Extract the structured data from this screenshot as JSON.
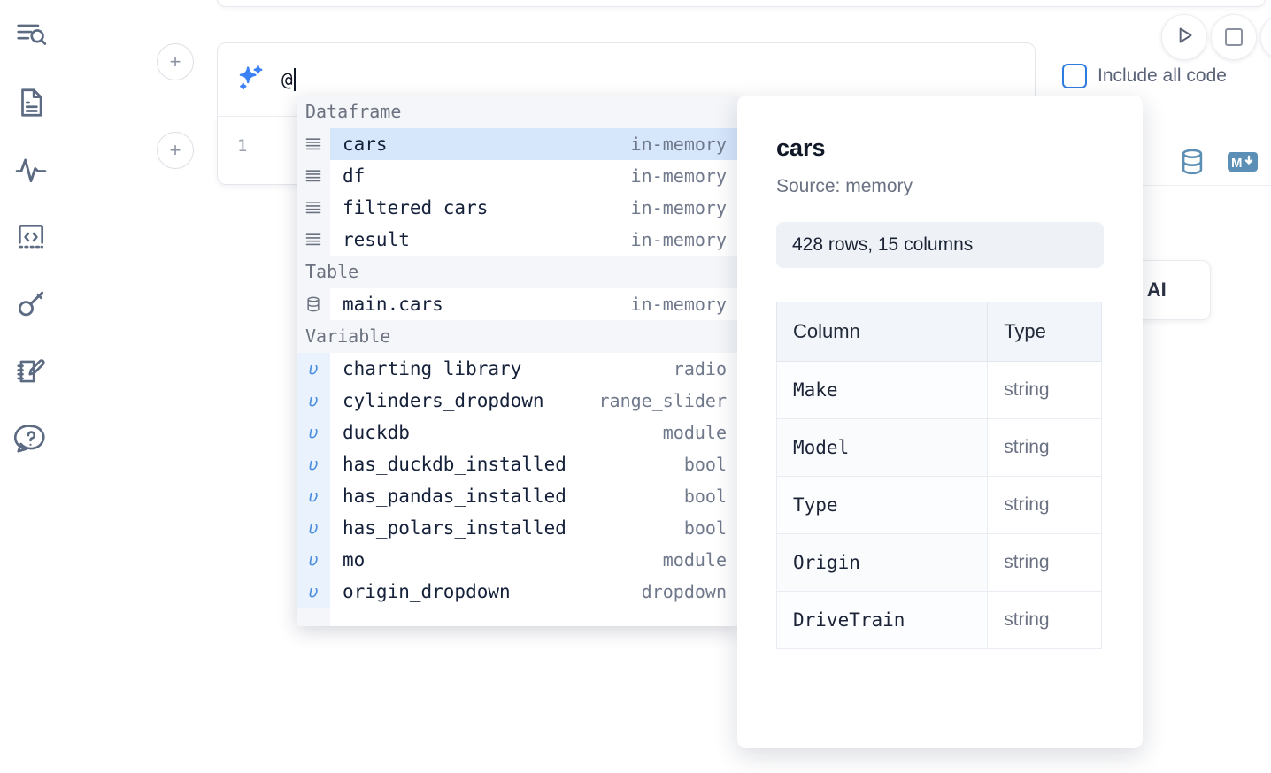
{
  "sidebar": {
    "items": [
      {
        "name": "outline-search-icon",
        "label": "Explore"
      },
      {
        "name": "file-document-icon",
        "label": "Files"
      },
      {
        "name": "activity-pulse-icon",
        "label": "Activity"
      },
      {
        "name": "code-brackets-icon",
        "label": "Snippets"
      },
      {
        "name": "key-icon",
        "label": "Secrets"
      },
      {
        "name": "notebook-edit-icon",
        "label": "Scratchpad"
      },
      {
        "name": "help-chat-icon",
        "label": "Help"
      }
    ]
  },
  "toolbar": {
    "run_label": "Run",
    "stop_label": "Interrupt",
    "include_all_code_label": "Include all code",
    "include_all_code_checked": false,
    "database_icon": "database-icon",
    "markdown_icon": "markdown-icon",
    "ai_chip_label": "h AI"
  },
  "cell": {
    "line_number": "1",
    "add_button_label": "+"
  },
  "ai_prompt": {
    "icon": "sparkle-icon",
    "value": "@",
    "placeholder": ""
  },
  "autocomplete": {
    "groups": [
      {
        "label": "Dataframe",
        "items": [
          {
            "icon": "dataframe-icon",
            "name": "cars",
            "type": "in-memory",
            "selected": true
          },
          {
            "icon": "dataframe-icon",
            "name": "df",
            "type": "in-memory",
            "selected": false
          },
          {
            "icon": "dataframe-icon",
            "name": "filtered_cars",
            "type": "in-memory",
            "selected": false
          },
          {
            "icon": "dataframe-icon",
            "name": "result",
            "type": "in-memory",
            "selected": false
          }
        ]
      },
      {
        "label": "Table",
        "items": [
          {
            "icon": "table-database-icon",
            "name": "main.cars",
            "type": "in-memory",
            "selected": false
          }
        ]
      },
      {
        "label": "Variable",
        "items": [
          {
            "icon": "variable-icon",
            "name": "charting_library",
            "type": "radio",
            "selected": false
          },
          {
            "icon": "variable-icon",
            "name": "cylinders_dropdown",
            "type": "range_slider",
            "selected": false
          },
          {
            "icon": "variable-icon",
            "name": "duckdb",
            "type": "module",
            "selected": false
          },
          {
            "icon": "variable-icon",
            "name": "has_duckdb_installed",
            "type": "bool",
            "selected": false
          },
          {
            "icon": "variable-icon",
            "name": "has_pandas_installed",
            "type": "bool",
            "selected": false
          },
          {
            "icon": "variable-icon",
            "name": "has_polars_installed",
            "type": "bool",
            "selected": false
          },
          {
            "icon": "variable-icon",
            "name": "mo",
            "type": "module",
            "selected": false
          },
          {
            "icon": "variable-icon",
            "name": "origin_dropdown",
            "type": "dropdown",
            "selected": false
          }
        ]
      }
    ]
  },
  "detail": {
    "title": "cars",
    "source": "Source: memory",
    "shape": "428 rows, 15 columns",
    "table": {
      "headers": [
        "Column",
        "Type"
      ],
      "rows": [
        {
          "column": "Make",
          "type": "string"
        },
        {
          "column": "Model",
          "type": "string"
        },
        {
          "column": "Type",
          "type": "string"
        },
        {
          "column": "Origin",
          "type": "string"
        },
        {
          "column": "DriveTrain",
          "type": "string"
        }
      ]
    }
  },
  "colors": {
    "accent": "#2f7ce0",
    "selection": "#d6e6fb",
    "gutter": "#f4f6f9",
    "icon_muted": "#5c6b82"
  }
}
